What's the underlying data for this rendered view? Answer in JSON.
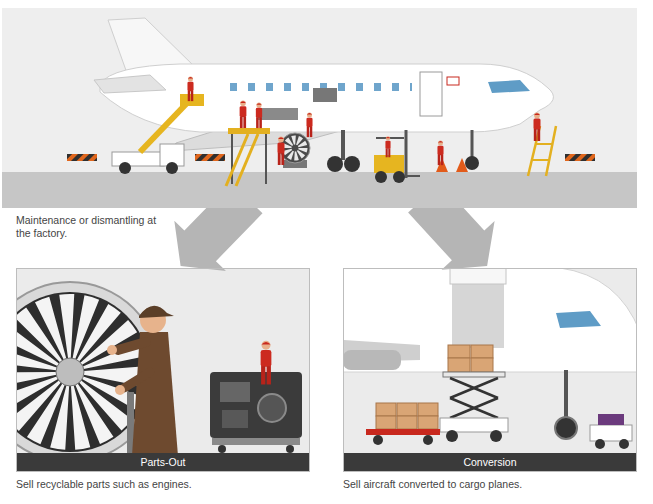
{
  "diagram": {
    "nodes": [
      {
        "text": [
          "Maintenance or dismantling at the factory."
        ]
      },
      {
        "text": [
          "Sell recyclable parts such as engines."
        ]
      },
      {
        "text": [
          "Parts-Out"
        ],
        "in": 1
      },
      {
        "text": [
          "Sell aircraft converted to cargo planes."
        ]
      },
      {
        "text": [
          "Conversion"
        ],
        "in": 3
      }
    ],
    "edges": [
      {
        "from": 0,
        "to": 1,
        "arrow": "to"
      },
      {
        "from": 0,
        "to": 3,
        "arrow": "to"
      }
    ]
  }
}
